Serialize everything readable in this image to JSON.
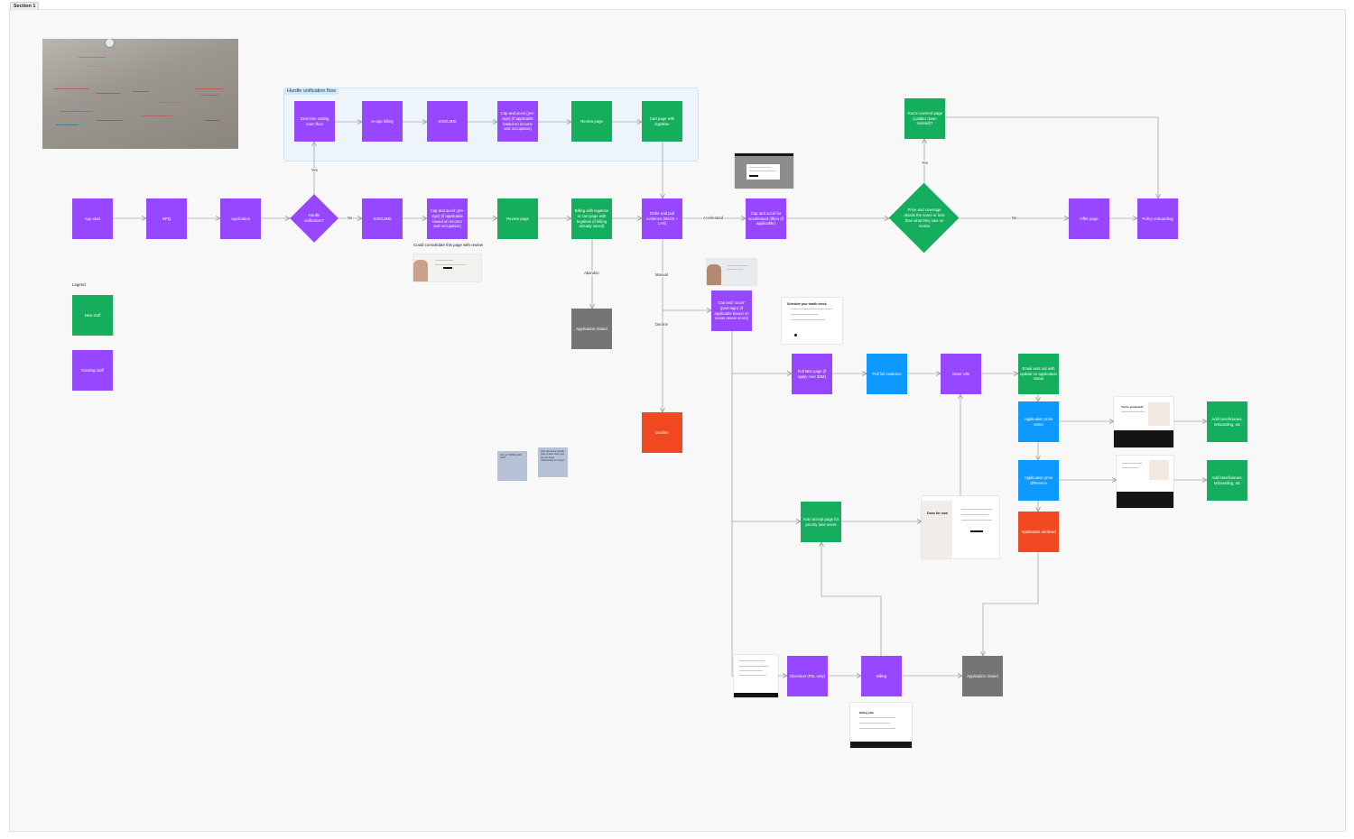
{
  "section_label": "Section 1",
  "group_label": "Hurdle unification flow",
  "legend": {
    "title": "Legend",
    "new_label": "New stuff",
    "existing_label": "Existing stuff"
  },
  "colors": {
    "existing": "#9747ff",
    "new": "#14ae5c",
    "blue": "#0d99ff",
    "closed": "#757575",
    "decline": "#f24822"
  },
  "nodes": {
    "app_start": "App start",
    "npq": "NPQ",
    "application": "Application",
    "hurdle_unification": "Hurdle unification?",
    "ssn_mid": "SSN/LMID",
    "cap_preaccel_existing": "Cap and accel (pre-sign) (if applicable based on income and occupation)",
    "review_page_main": "Review page",
    "billing_legalese": "Billing with legalese or cart page with legalese (if billing already saved)",
    "order_pull_evidence": "Order and pull evidence (Mx/ck + LAS)",
    "cap_accel_offers": "Cap and accel for accelerated offers (if applicable)",
    "price_coverage": "Price and coverage details the same or less than what they saw on review",
    "offer_page": "Offer page",
    "policy_onboarding": "Policy onboarding",
    "youre_covered": "You're covered page (Ladder down instead)?",
    "diversion_cutting_room": "Diversion cutting room floor",
    "in_app_billing": "In-app billing",
    "ssn_mid_top": "SSN/LMID",
    "cap_accel_top": "Cap and accel (pre-sign) (if applicable based on income and occupation)",
    "review_page_top": "Review page",
    "cart_page": "Cart page with legalese",
    "app_closed_1": "Application closed",
    "decline": "Decline",
    "cap_accel_post": "Cap and \"accel\" (post-sign) (if applicable based on Lexus nexus score)",
    "full_labs_page": "Full labs page (if apply over $3M)",
    "pull_full_evidence": "Pull full evidence",
    "enter_uw": "Enter UW",
    "email_sent": "Email sent out with update on application status",
    "app_price_same": "Application price same",
    "app_price_diff": "Application price difference",
    "app_declined": "Application declined",
    "add_beneficiaries_1": "Add beneficiaries, onboarding, etc",
    "add_beneficiaries_2": "Add beneficiaries, onboarding, etc",
    "auto_accept": "Auto accept page for priority lane users",
    "diversion_fsl": "Diversion (FSL only)",
    "billing": "Billing",
    "app_closed_2": "Application closed"
  },
  "edge_labels": {
    "no_1": "No",
    "yes_1": "Yes",
    "accelerated": "Accelerated",
    "manual": "Manual",
    "decline": "Decline",
    "abandon": "Abandon",
    "yes_2": "Yes",
    "no_2": "No"
  },
  "notes": {
    "consolidate": "Could consolidate this page with review"
  },
  "stickies": {
    "a": "Intro to C-Billing with FSL?",
    "b": "Also should we handle pass at later date; how are we doing underwriting for those?"
  },
  "thumbs": {
    "health_check": "Schedule your health check",
    "done_for_now": "Done for now",
    "youre_protected": "You're protected!",
    "billing_thumb": "Billing plan"
  }
}
